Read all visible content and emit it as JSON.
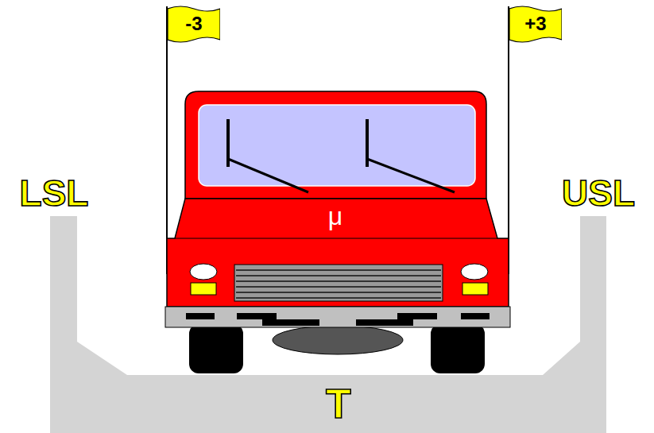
{
  "diagram": {
    "nodes": [
      {
        "text": [
          "-3"
        ]
      },
      {
        "text": [
          "+3"
        ]
      }
    ],
    "labels": [
      "LSL",
      "USL",
      "μ",
      "T"
    ]
  }
}
